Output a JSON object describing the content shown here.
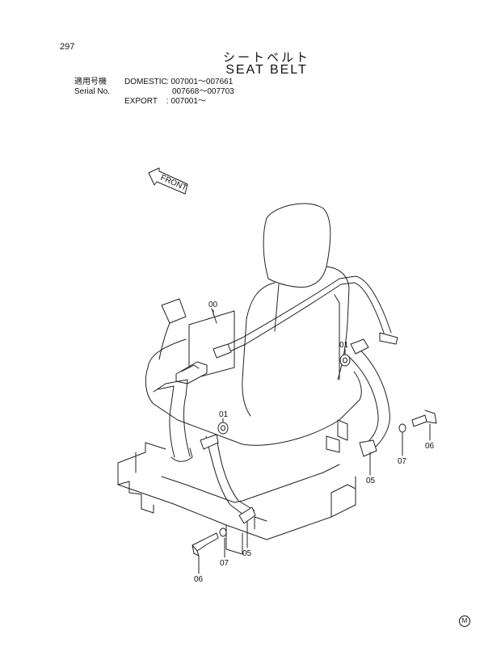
{
  "page_number": "297",
  "title_jp": "シートベルト",
  "title_en": "SEAT BELT",
  "serial": {
    "label_jp": "適用号機",
    "label_en": "Serial No.",
    "rows": [
      {
        "type": "DOMESTIC",
        "range": ": 007001～007661"
      },
      {
        "type": "",
        "range": "007668～007703"
      },
      {
        "type": "EXPORT",
        "range": ": 007001～"
      }
    ]
  },
  "front_label": "FRONT",
  "callouts": {
    "c00": "00",
    "c01_left": "01",
    "c01_right": "01",
    "c05_left": "05",
    "c05_right": "05",
    "c06_left": "06",
    "c06_right": "06",
    "c07_left": "07",
    "c07_right": "07"
  },
  "corner_mark": "M"
}
